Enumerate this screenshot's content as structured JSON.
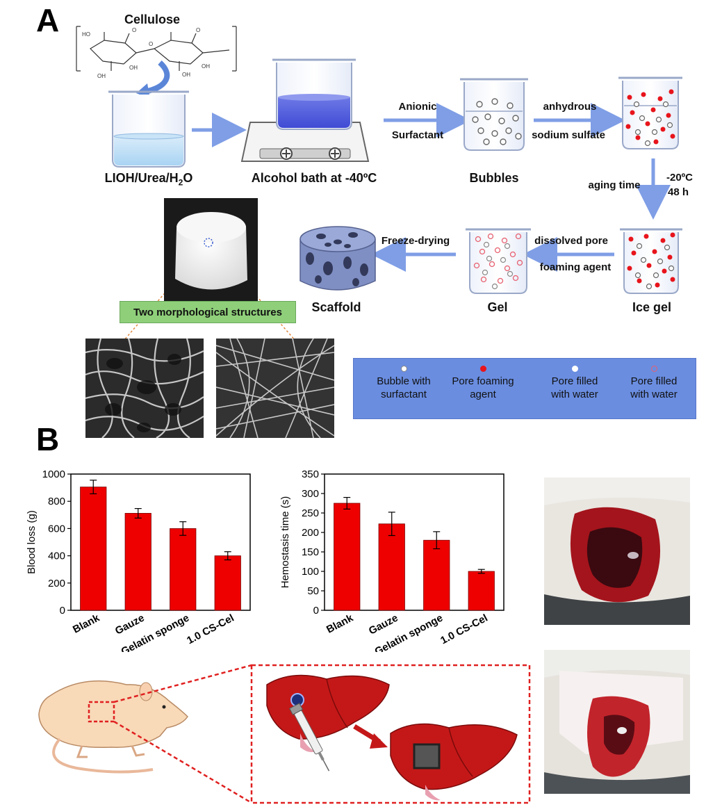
{
  "panels": {
    "a": "A",
    "b": "B"
  },
  "schematic": {
    "cellulose": "Cellulose",
    "steps": [
      {
        "label": "LIOH/Urea/H",
        "sub": "2",
        "tail": "O"
      },
      {
        "label": "Alcohol bath at -40ºC"
      },
      {
        "label": "Bubbles"
      },
      {
        "label": "Ice gel"
      },
      {
        "label": "Gel"
      },
      {
        "label": "Scaffold"
      }
    ],
    "arrows": {
      "anionic_top": "Anionic",
      "anionic_bottom": "Surfactant",
      "sulfate_top": "anhydrous",
      "sulfate_bottom": "sodium sulfate",
      "aging_left": "aging time",
      "aging_right_1": "-20ºC",
      "aging_right_2": "48 h",
      "dissolve_top": "dissolved pore",
      "dissolve_bottom": "foaming agent",
      "freeze": "Freeze-drying"
    },
    "morph_box": "Two morphological structures"
  },
  "legend": [
    {
      "line1": "Bubble with",
      "line2": "surfactant",
      "dot": "#ffffff",
      "ring": "#888888"
    },
    {
      "line1": "Pore foaming",
      "line2": "agent",
      "dot": "#e8141b",
      "ring": "#e8141b"
    },
    {
      "line1": "Pore filled",
      "line2": "with water",
      "dot": "#ffffff",
      "ring": "#ffffff"
    },
    {
      "line1": "Pore filled",
      "line2": "with water",
      "dot": "transparent",
      "ring": "#e86070"
    }
  ],
  "colors": {
    "bar": "#ee0000",
    "arrow": "#7f9ee6",
    "legend_bg": "#6a8de0",
    "morph_bg": "#8fcf7a",
    "dash": "#e02020"
  },
  "chart_data": [
    {
      "type": "bar",
      "categories": [
        "Blank",
        "Gauze",
        "Gelatin sponge",
        "1.0 CS-Cel"
      ],
      "values": [
        905,
        712,
        600,
        400
      ],
      "errors": [
        50,
        35,
        50,
        30
      ],
      "xlabel": "",
      "ylabel": "Blood loss (g)",
      "ylim": [
        0,
        1000
      ],
      "yticks": [
        0,
        200,
        400,
        600,
        800,
        1000
      ]
    },
    {
      "type": "bar",
      "categories": [
        "Blank",
        "Gauze",
        "Gelatin sponge",
        "1.0 CS-Cel"
      ],
      "values": [
        275,
        222,
        180,
        100
      ],
      "errors": [
        15,
        30,
        22,
        5
      ],
      "xlabel": "",
      "ylabel": "Hemostasis time (s)",
      "ylim": [
        0,
        350
      ],
      "yticks": [
        0,
        50,
        100,
        150,
        200,
        250,
        300,
        350
      ]
    }
  ]
}
